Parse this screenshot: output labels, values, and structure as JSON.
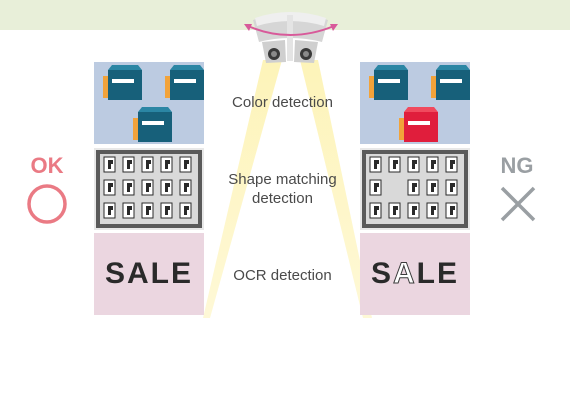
{
  "labels": {
    "color_detection": "Color detection",
    "shape_line1": "Shape matching",
    "shape_line2": "detection",
    "ocr_detection": "OCR detection",
    "ok": "OK",
    "ng": "NG"
  },
  "sale_text": {
    "ok": "SALE",
    "ng_before": "S",
    "ng_defect": "A",
    "ng_after": "LE"
  },
  "icons": {
    "ok_symbol": "circle-icon",
    "ng_symbol": "cross-icon",
    "camera": "dual-camera-icon"
  },
  "colors": {
    "top_band": "#e8efd9",
    "panel_blue": "#bccbe1",
    "panel_pink": "#ebd6e0",
    "ok_pink": "#ea7a84",
    "ng_gray": "#9a9fa3",
    "box_teal": "#17607a",
    "box_orange": "#f2a33a",
    "box_red": "#e01e3c",
    "beam_yellow": "#fdf3b5"
  }
}
